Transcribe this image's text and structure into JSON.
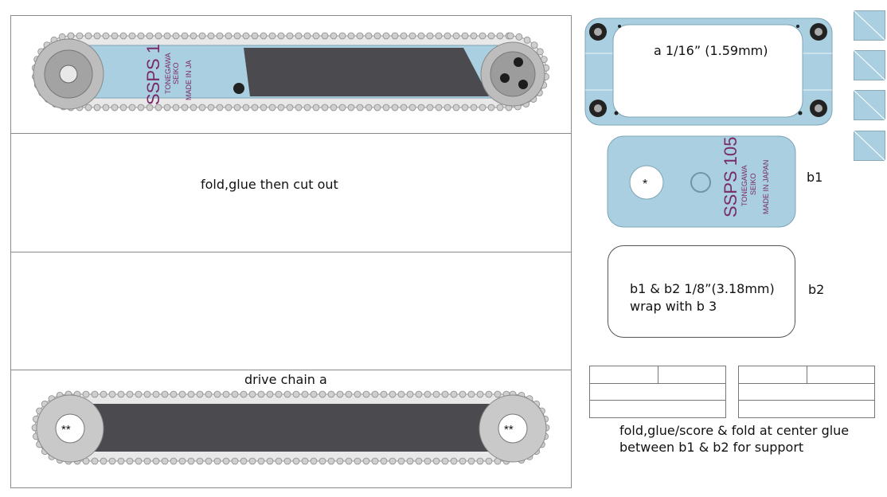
{
  "chain_top": {
    "brand_line1": "SSPS 1",
    "brand_line2": "TONEGAWA",
    "brand_line3": "SEIKO",
    "brand_line4": "MADE IN JA"
  },
  "middle": {
    "fold_note": "fold,glue then cut out"
  },
  "chain_bottom": {
    "title": "drive chain a",
    "left_mark": "**",
    "right_mark": "**"
  },
  "plate_a": {
    "label": "a 1/16” (1.59mm)"
  },
  "plate_b1": {
    "tag": "b1",
    "hole_mark": "*",
    "brand_line1": "SSPS 105",
    "brand_line2": "TONEGAWA",
    "brand_line3": "SEIKO",
    "brand_line4": "MADE IN JAPAN"
  },
  "plate_b2": {
    "tag": "b2",
    "line1": "b1 & b2 1/8”(3.18mm)",
    "line2": "wrap with b 3"
  },
  "support": {
    "line1": "fold,glue/score & fold at center glue",
    "line2": "between b1 & b2 for support"
  },
  "colors": {
    "light_blue": "#a9cfe0",
    "dark_band": "#4b4b4f",
    "brand_purple": "#7a2a68",
    "chain_grey": "#c8c8c8"
  }
}
